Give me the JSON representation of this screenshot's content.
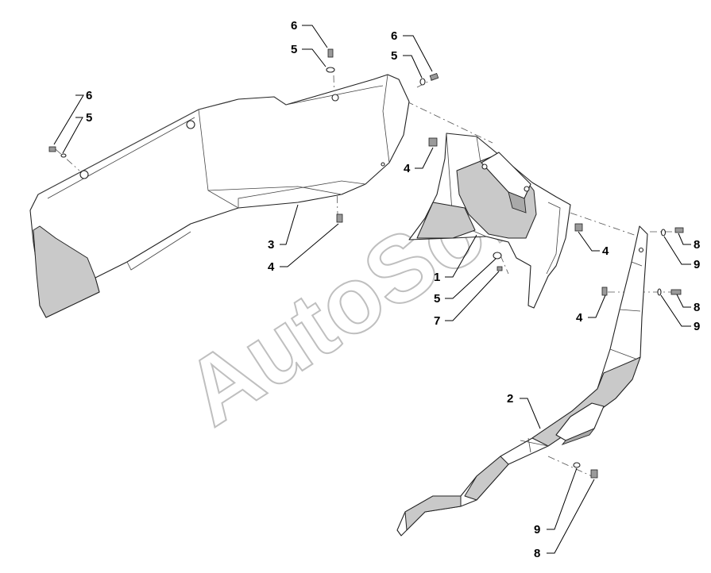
{
  "callouts": [
    {
      "id": "c1",
      "label": "6"
    },
    {
      "id": "c2",
      "label": "5"
    },
    {
      "id": "c3",
      "label": "6"
    },
    {
      "id": "c4",
      "label": "5"
    },
    {
      "id": "c5",
      "label": "6"
    },
    {
      "id": "c6",
      "label": "5"
    },
    {
      "id": "c7",
      "label": "4"
    },
    {
      "id": "c8",
      "label": "3"
    },
    {
      "id": "c9",
      "label": "4"
    },
    {
      "id": "c10",
      "label": "1"
    },
    {
      "id": "c11",
      "label": "5"
    },
    {
      "id": "c12",
      "label": "7"
    },
    {
      "id": "c13",
      "label": "4"
    },
    {
      "id": "c14",
      "label": "8"
    },
    {
      "id": "c15",
      "label": "9"
    },
    {
      "id": "c16",
      "label": "4"
    },
    {
      "id": "c17",
      "label": "8"
    },
    {
      "id": "c18",
      "label": "9"
    },
    {
      "id": "c19",
      "label": "2"
    },
    {
      "id": "c20",
      "label": "9"
    },
    {
      "id": "c21",
      "label": "8"
    }
  ],
  "watermark": "AutoSoft"
}
